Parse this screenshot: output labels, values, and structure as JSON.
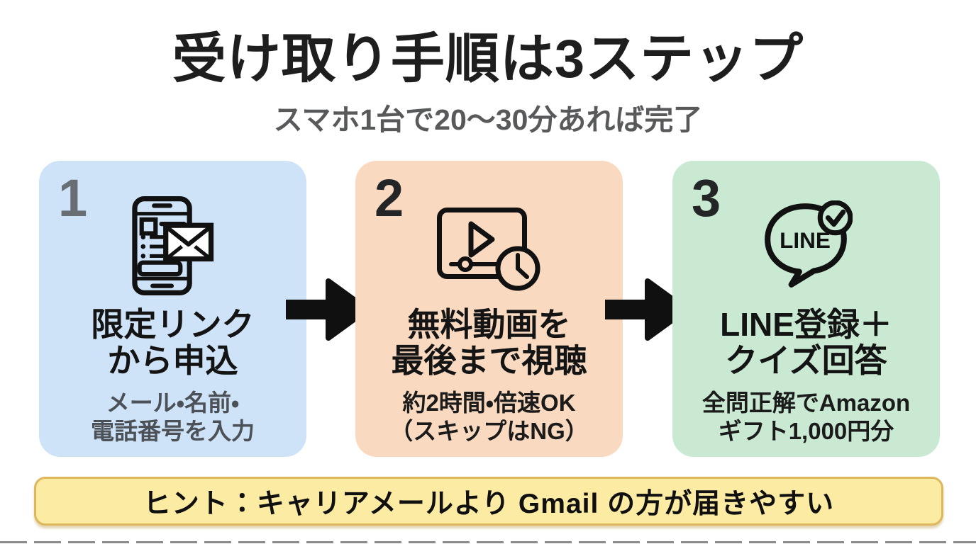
{
  "page": {
    "title": "受け取り手順は3ステップ",
    "subtitle": "スマホ1台で20〜30分あれば完了"
  },
  "steps": [
    {
      "number": "1",
      "icon": "smartphone-mail-icon",
      "title_line1": "限定リンク",
      "title_line2": "から申込",
      "note_line1": "メール・名前・",
      "note_line2": "電話番号を入力",
      "bg_color": "#cfe3f8",
      "number_color": "#696e75",
      "note_color": "#4c5157"
    },
    {
      "number": "2",
      "icon": "video-clock-icon",
      "title_line1": "無料動画を",
      "title_line2": "最後まで視聴",
      "note_line1": "約2時間・倍速OK",
      "note_line2": "（スキップはNG）",
      "bg_color": "#f9d9c0",
      "number_color": "#232526",
      "note_color": "#1b1b1b"
    },
    {
      "number": "3",
      "icon": "line-check-icon",
      "icon_label": "LINE",
      "title_line1": "LINE登録＋",
      "title_line2": "クイズ回答",
      "note_line1": "全問正解でAmazon",
      "note_line2": "ギフト1,000円分",
      "bg_color": "#c9e9d2",
      "number_color": "#232526",
      "note_color": "#1b1b1b"
    }
  ],
  "hint": {
    "text": "ヒント：キャリアメールより Gmail の方が届きやすい",
    "bg_color": "#fceba3",
    "border_color": "#dcb75c"
  },
  "colors": {
    "background": "#ffffff",
    "title_text": "#1e1e1e",
    "subtitle_text": "#58595b",
    "card_title_text": "#141414",
    "arrow": "#101010"
  }
}
